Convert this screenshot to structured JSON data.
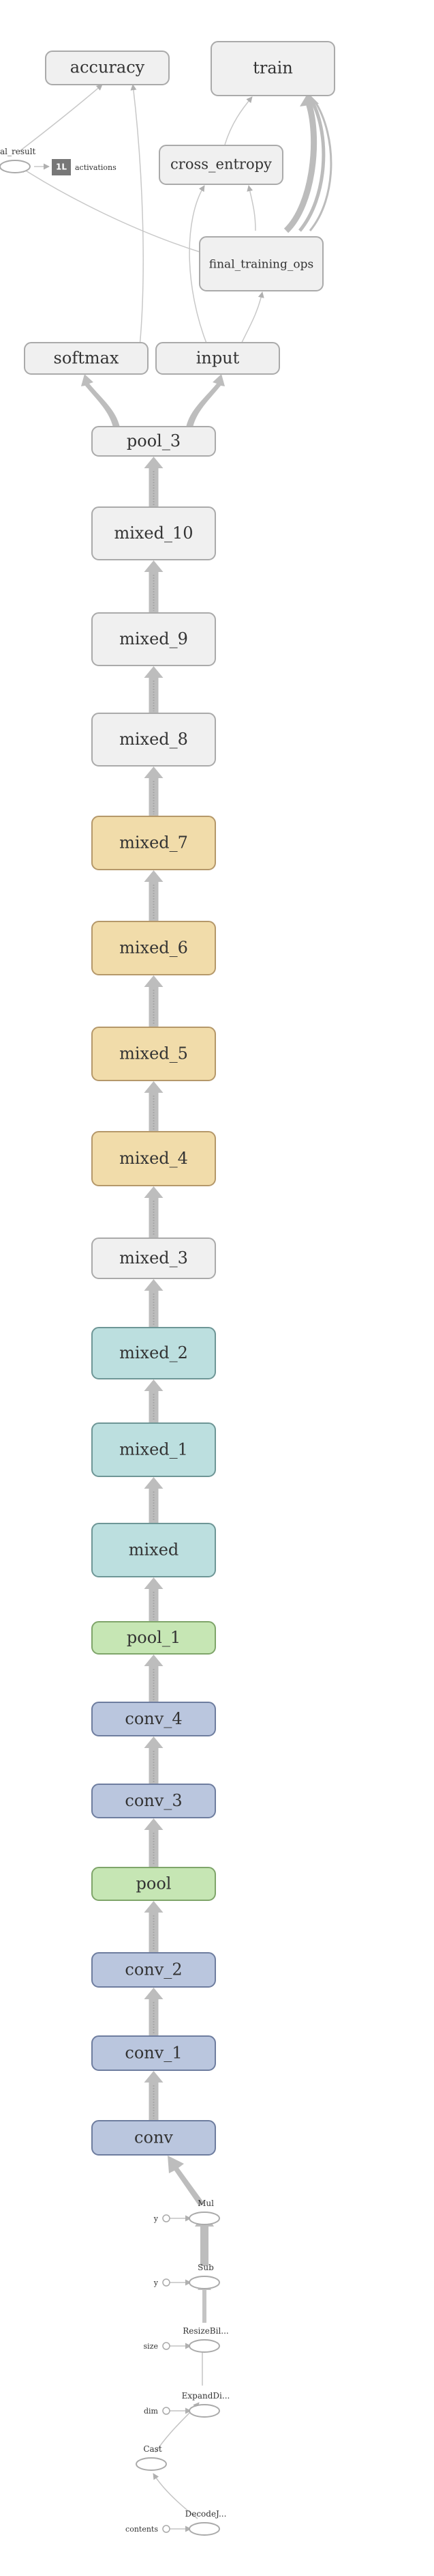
{
  "graph": {
    "colors": {
      "gray_fill": "#f0f0f0",
      "gray_stroke": "#aaaaaa",
      "orange_fill": "#f1dcaa",
      "orange_stroke": "#b5986a",
      "teal_fill": "#bcdfdf",
      "teal_stroke": "#6e9696",
      "green_fill": "#c6e6b4",
      "green_stroke": "#7fa56a",
      "blue_fill": "#bac6de",
      "blue_stroke": "#6e7d9f",
      "edge": "#b8b8b8",
      "edge_thin": "#c4c4c4"
    },
    "top": {
      "accuracy": "accuracy",
      "train": "train",
      "final_result": "al_result",
      "activations_badge": "1L",
      "activations": "activations",
      "cross_entropy": "cross_entropy",
      "final_training_ops": "final_training_ops",
      "softmax": "softmax",
      "input": "input"
    },
    "chain": [
      {
        "label": "pool_3",
        "color": "gray"
      },
      {
        "label": "mixed_10",
        "color": "gray"
      },
      {
        "label": "mixed_9",
        "color": "gray"
      },
      {
        "label": "mixed_8",
        "color": "gray"
      },
      {
        "label": "mixed_7",
        "color": "orange"
      },
      {
        "label": "mixed_6",
        "color": "orange"
      },
      {
        "label": "mixed_5",
        "color": "orange"
      },
      {
        "label": "mixed_4",
        "color": "orange"
      },
      {
        "label": "mixed_3",
        "color": "gray"
      },
      {
        "label": "mixed_2",
        "color": "teal"
      },
      {
        "label": "mixed_1",
        "color": "teal"
      },
      {
        "label": "mixed",
        "color": "teal"
      },
      {
        "label": "pool_1",
        "color": "green"
      },
      {
        "label": "conv_4",
        "color": "blue"
      },
      {
        "label": "conv_3",
        "color": "blue"
      },
      {
        "label": "pool",
        "color": "green"
      },
      {
        "label": "conv_2",
        "color": "blue"
      },
      {
        "label": "conv_1",
        "color": "blue"
      },
      {
        "label": "conv",
        "color": "blue"
      }
    ],
    "preprocess": {
      "mul": "Mul",
      "mul_input": "y",
      "sub": "Sub",
      "sub_input": "y",
      "resize": "ResizeBil...",
      "resize_input": "size",
      "expand": "ExpandDi...",
      "expand_input": "dim",
      "cast": "Cast",
      "decode": "DecodeJ...",
      "decode_input": "contents"
    }
  }
}
